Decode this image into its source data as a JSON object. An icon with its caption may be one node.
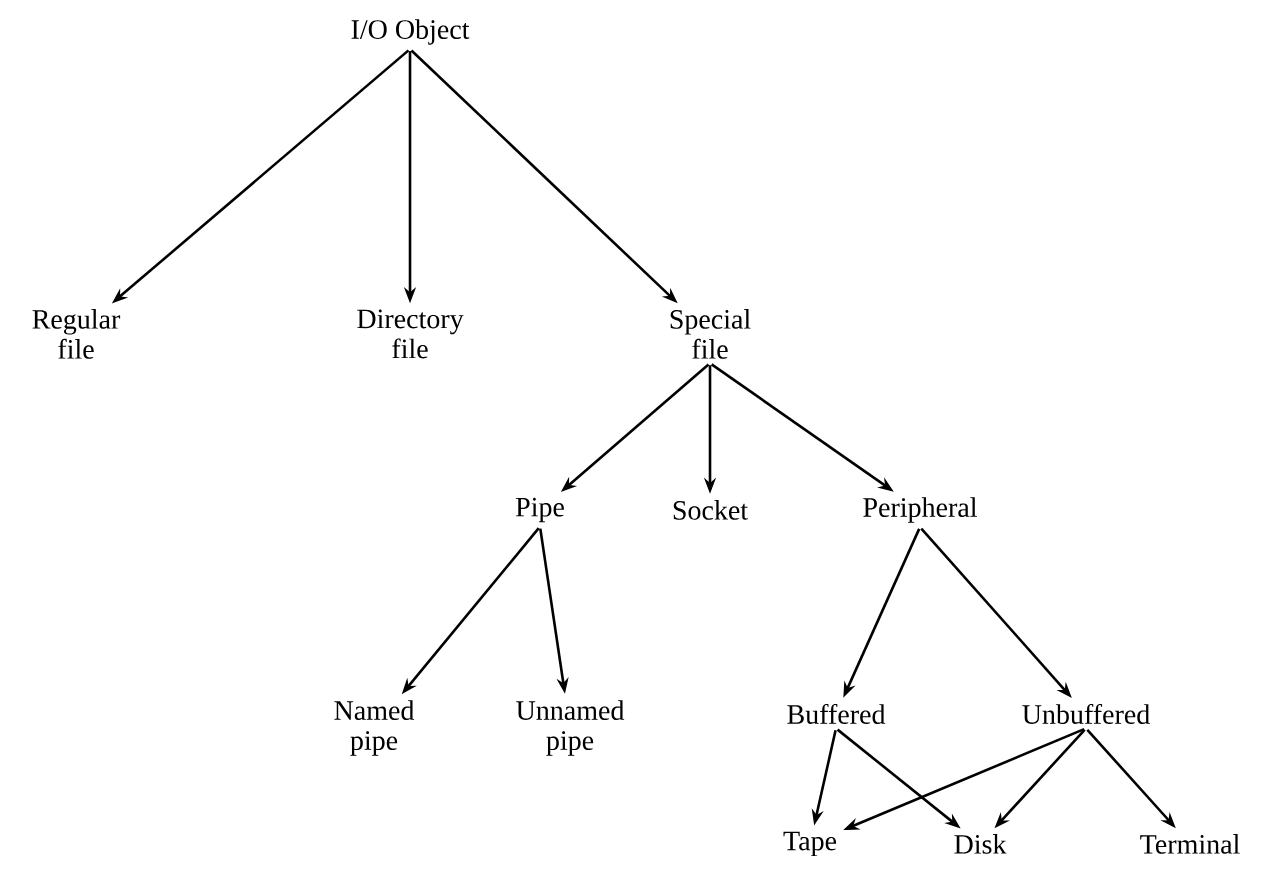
{
  "diagram": {
    "nodes": [
      {
        "text": [
          "I/O Object"
        ]
      },
      {
        "text": [
          "Regular file"
        ]
      },
      {
        "text": [
          "Directory file"
        ]
      },
      {
        "text": [
          "Special file"
        ]
      },
      {
        "text": [
          "Pipe"
        ]
      },
      {
        "text": [
          "Socket"
        ]
      },
      {
        "text": [
          "Peripheral"
        ]
      },
      {
        "text": [
          "Named pipe"
        ]
      },
      {
        "text": [
          "Unnamed pipe"
        ]
      },
      {
        "text": [
          "Buffered"
        ]
      },
      {
        "text": [
          "Unbuffered"
        ]
      },
      {
        "text": [
          "Tape"
        ]
      },
      {
        "text": [
          "Disk"
        ]
      },
      {
        "text": [
          "Terminal"
        ]
      }
    ],
    "edges": [
      {
        "from": 0,
        "to": 1,
        "arrow": "to"
      },
      {
        "from": 0,
        "to": 2,
        "arrow": "to"
      },
      {
        "from": 0,
        "to": 3,
        "arrow": "to"
      },
      {
        "from": 3,
        "to": 4,
        "arrow": "to"
      },
      {
        "from": 3,
        "to": 5,
        "arrow": "to"
      },
      {
        "from": 3,
        "to": 6,
        "arrow": "to"
      },
      {
        "from": 4,
        "to": 7,
        "arrow": "to"
      },
      {
        "from": 4,
        "to": 8,
        "arrow": "to"
      },
      {
        "from": 6,
        "to": 9,
        "arrow": "to"
      },
      {
        "from": 6,
        "to": 10,
        "arrow": "to"
      },
      {
        "from": 9,
        "to": 11,
        "arrow": "to"
      },
      {
        "from": 9,
        "to": 12,
        "arrow": "to"
      },
      {
        "from": 10,
        "to": 11,
        "arrow": "to"
      },
      {
        "from": 10,
        "to": 12,
        "arrow": "to"
      },
      {
        "from": 10,
        "to": 13,
        "arrow": "to"
      }
    ]
  }
}
